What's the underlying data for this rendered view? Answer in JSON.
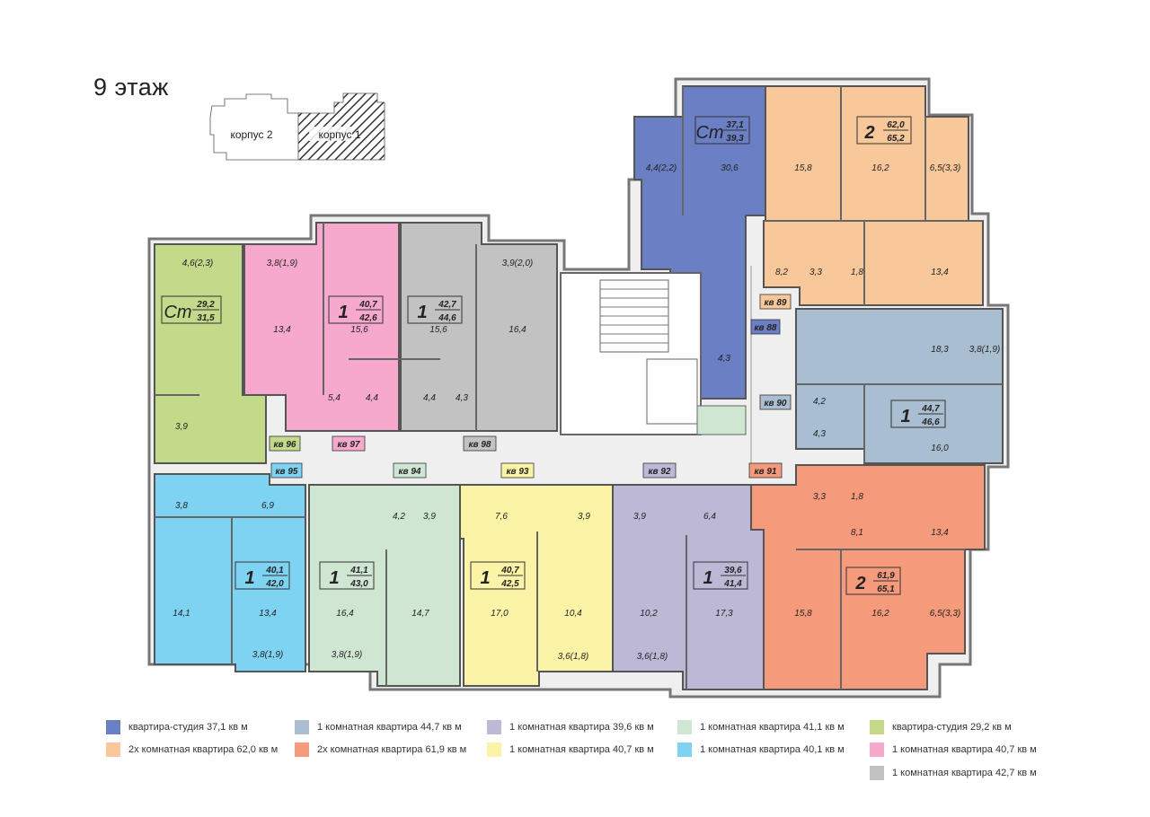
{
  "floor_title": "9 этаж",
  "key_plan": {
    "building_2": "корпус 2",
    "building_1": "корпус 1"
  },
  "colors": {
    "studio_37": "#6b7fc4",
    "one_44": "#a9bfd1",
    "one_39": "#bdb8d6",
    "one_41": "#cfe6d3",
    "studio_29": "#c3da8a",
    "two_62": "#f8c89a",
    "two_61": "#f69a7c",
    "one_40_7y": "#fbf3a6",
    "one_40_1": "#7fd3f2",
    "one_40_7p": "#f6a9cc",
    "one_42_7": "#c2c2c2",
    "wall": "#7a7a7a"
  },
  "apartments": [
    {
      "id": "studio_37",
      "type": "Ст",
      "area_living": "37,1",
      "area_total": "39,3",
      "rooms": [
        "4,4(2,2)",
        "30,6",
        "4,3"
      ],
      "label": "кв 88",
      "icon": "studio-apartment"
    },
    {
      "id": "two_62",
      "type": "2",
      "area_living": "62,0",
      "area_total": "65,2",
      "rooms": [
        "15,8",
        "16,2",
        "6,5(3,3)",
        "8,2",
        "3,3",
        "1,8",
        "13,4"
      ],
      "label": "кв 89",
      "icon": "two-room-apartment"
    },
    {
      "id": "one_44",
      "type": "1",
      "area_living": "44,7",
      "area_total": "46,6",
      "rooms": [
        "18,3",
        "3,8(1,9)",
        "4,2",
        "4,3",
        "16,0"
      ],
      "label": "кв 90",
      "icon": "one-room-apartment"
    },
    {
      "id": "two_61",
      "type": "2",
      "area_living": "61,9",
      "area_total": "65,1",
      "rooms": [
        "3,3",
        "1,8",
        "8,1",
        "13,4",
        "15,8",
        "16,2",
        "6,5(3,3)"
      ],
      "label": "кв 91",
      "icon": "two-room-apartment"
    },
    {
      "id": "one_39",
      "type": "1",
      "area_living": "39,6",
      "area_total": "41,4",
      "rooms": [
        "3,9",
        "6,4",
        "10,2",
        "17,3",
        "3,6(1,8)"
      ],
      "label": "кв 92",
      "icon": "one-room-apartment"
    },
    {
      "id": "one_40_7y",
      "type": "1",
      "area_living": "40,7",
      "area_total": "42,5",
      "rooms": [
        "7,6",
        "3,9",
        "17,0",
        "10,4",
        "3,6(1,8)"
      ],
      "label": "кв 93",
      "icon": "one-room-apartment"
    },
    {
      "id": "one_41",
      "type": "1",
      "area_living": "41,1",
      "area_total": "43,0",
      "rooms": [
        "4,2",
        "3,9",
        "16,4",
        "14,7",
        "3,8(1,9)"
      ],
      "label": "кв 94",
      "icon": "one-room-apartment"
    },
    {
      "id": "one_40_1",
      "type": "1",
      "area_living": "40,1",
      "area_total": "42,0",
      "rooms": [
        "3,8",
        "6,9",
        "14,1",
        "13,4",
        "3,8(1,9)"
      ],
      "label": "кв 95",
      "icon": "one-room-apartment"
    },
    {
      "id": "studio_29",
      "type": "Ст",
      "area_living": "29,2",
      "area_total": "31,5",
      "rooms": [
        "4,6(2,3)",
        "3,9"
      ],
      "label": "кв 96",
      "icon": "studio-apartment"
    },
    {
      "id": "one_40_7p",
      "type": "1",
      "area_living": "40,7",
      "area_total": "42,6",
      "rooms": [
        "3,8(1,9)",
        "13,4",
        "15,6",
        "5,4",
        "4,4"
      ],
      "label": "кв 97",
      "icon": "one-room-apartment"
    },
    {
      "id": "one_42_7",
      "type": "1",
      "area_living": "42,7",
      "area_total": "44,6",
      "rooms": [
        "15,6",
        "3,9(2,0)",
        "16,4",
        "4,4",
        "4,3"
      ],
      "label": "кв 98",
      "icon": "one-room-apartment"
    }
  ],
  "legend": [
    {
      "color": "#6b7fc4",
      "text": "квартира-студия 37,1 кв м"
    },
    {
      "color": "#a9bfd1",
      "text": "1 комнатная квартира 44,7 кв м"
    },
    {
      "color": "#bdb8d6",
      "text": "1 комнатная квартира 39,6 кв м"
    },
    {
      "color": "#cfe6d3",
      "text": "1 комнатная квартира 41,1 кв м"
    },
    {
      "color": "#c3da8a",
      "text": "квартира-студия 29,2 кв м"
    },
    {
      "color": "#f8c89a",
      "text": "2х комнатная квартира 62,0 кв м"
    },
    {
      "color": "#f69a7c",
      "text": "2х комнатная квартира 61,9 кв м"
    },
    {
      "color": "#fbf3a6",
      "text": "1 комнатная квартира 40,7 кв м"
    },
    {
      "color": "#7fd3f2",
      "text": "1 комнатная квартира 40,1 кв м"
    },
    {
      "color": "#f6a9cc",
      "text": "1 комнатная квартира 40,7 кв м"
    },
    {
      "color": "#c2c2c2",
      "text": "1 комнатная квартира 42,7 кв м"
    }
  ]
}
